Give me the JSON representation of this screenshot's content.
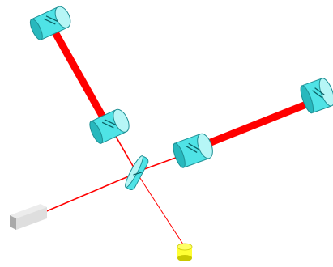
{
  "colors": {
    "background": "#ffffff",
    "beam": "#ff0000",
    "mirror_fill": "#4fe3e6",
    "mirror_dark": "#28b8bd",
    "mirror_light": "#b6f6f6",
    "mirror_stroke": "#1e8f94",
    "laser_body": "#dedede",
    "laser_dark": "#a9a9a9",
    "detector_fill": "#ffff33",
    "detector_dark": "#c9c900"
  },
  "icons": {
    "laser": "laser-source-icon",
    "beam_splitter": "beam-splitter-icon",
    "mirror": "cavity-mirror-icon",
    "detector": "photodetector-icon"
  },
  "components": [
    "laser",
    "beam-splitter",
    "inner-mirror-north",
    "end-mirror-north",
    "inner-mirror-east",
    "end-mirror-east",
    "photodetector"
  ]
}
